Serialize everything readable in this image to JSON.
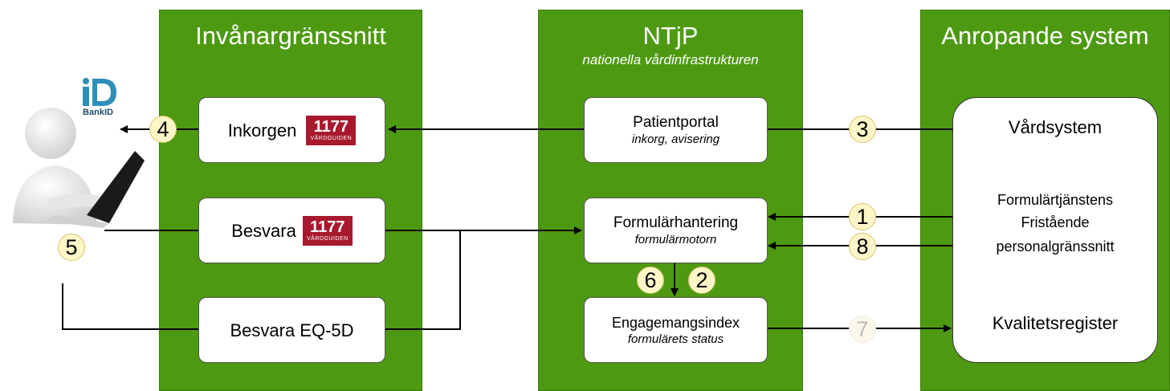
{
  "columns": {
    "citizen": {
      "title": "Invånargränssnitt"
    },
    "ntjp": {
      "title": "NTjP",
      "subtitle": "nationella vårdinfrastrukturen"
    },
    "caller": {
      "title": "Anropande system"
    }
  },
  "boxes": {
    "inkorgen": "Inkorgen",
    "besvara1177": "Besvara",
    "besvaraeq5d": "Besvara EQ-5D",
    "patientportal": {
      "title": "Patientportal",
      "subtitle": "inkorg, avisering"
    },
    "formular": {
      "title": "Formulärhantering",
      "subtitle": "formulärmotorn"
    },
    "engagemang": {
      "title": "Engagemangsindex",
      "subtitle": "formulärets status"
    },
    "vardsystem": "Vårdsystem",
    "formulartjanst": [
      "Formulärtjänstens",
      "Fristående",
      "personalgränssnitt"
    ],
    "kvalitet": "Kvalitetsregister"
  },
  "logo1177": {
    "number": "1177",
    "text": "VÅRDGUIDEN"
  },
  "bankid": {
    "text": "BankID"
  },
  "steps": [
    "1",
    "2",
    "3",
    "4",
    "5",
    "6",
    "7",
    "8"
  ],
  "colors": {
    "column": "#4d9a12",
    "badge": "#fff6c8",
    "logo": "#a8192e",
    "bankid": "#2e8fb8"
  }
}
